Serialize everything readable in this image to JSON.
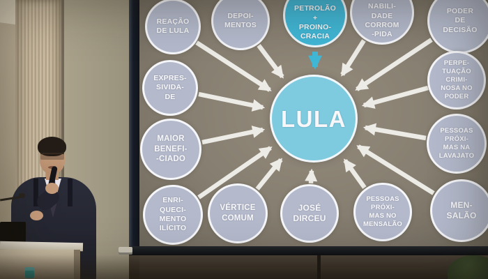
{
  "slide": {
    "title_context": "mind-map diagram projected on screen",
    "center": {
      "label": "LULA"
    },
    "bubbles": [
      {
        "id": "reacao-de-lula",
        "label": "REAÇÃO\nDE LULA"
      },
      {
        "id": "depoimentos",
        "label": "DEPOI-\nMENTOS"
      },
      {
        "id": "petrolao-proinocracia",
        "label": "PETROLÃO\n+\nPROINO-\nCRACIA",
        "highlighted": true
      },
      {
        "id": "governabilidade-corrompida",
        "label": "NABILI-\nDADE\nCORROM\n-PIDA"
      },
      {
        "id": "poder-de-decisao",
        "label": "PODER\nDE\nDECISÃO"
      },
      {
        "id": "perpetuacao-criminosa",
        "label": "PERPE-\nTUAÇÃO\nCRIMI-\nNOSA NO\nPODER"
      },
      {
        "id": "pessoas-proximas-lavajato",
        "label": "PESSOAS\nPRÓXI-\nMAS NA\nLAVAJATO"
      },
      {
        "id": "mensalao",
        "label": "MEN-\nSALÃO"
      },
      {
        "id": "pessoas-proximas-mensalao",
        "label": "PESSOAS\nPRÓXI-\nMAS NO\nMENSALÃO"
      },
      {
        "id": "jose-dirceu",
        "label": "JOSÉ\nDIRCEU"
      },
      {
        "id": "vertice-comum",
        "label": "VÉRTICE\nCOMUM"
      },
      {
        "id": "enriquecimento-ilicito",
        "label": "ENRI-\nQUECI-\nMENTO\nILÍCITO"
      },
      {
        "id": "maior-beneficiado",
        "label": "MAIOR\nBENEFI-\n-CIADO"
      },
      {
        "id": "expressividade",
        "label": "EXPRES-\nSIVIDA-\nDE"
      }
    ]
  },
  "colors": {
    "accent_teal": "#41b7d6",
    "center_bubble": "#7ecbe0",
    "bubble_fill": "#b4bacc",
    "slide_background": "#867e70",
    "wall_beige": "#b3a78f",
    "suit_navy": "#23242f",
    "sticker_teal": "#2ba49f"
  }
}
